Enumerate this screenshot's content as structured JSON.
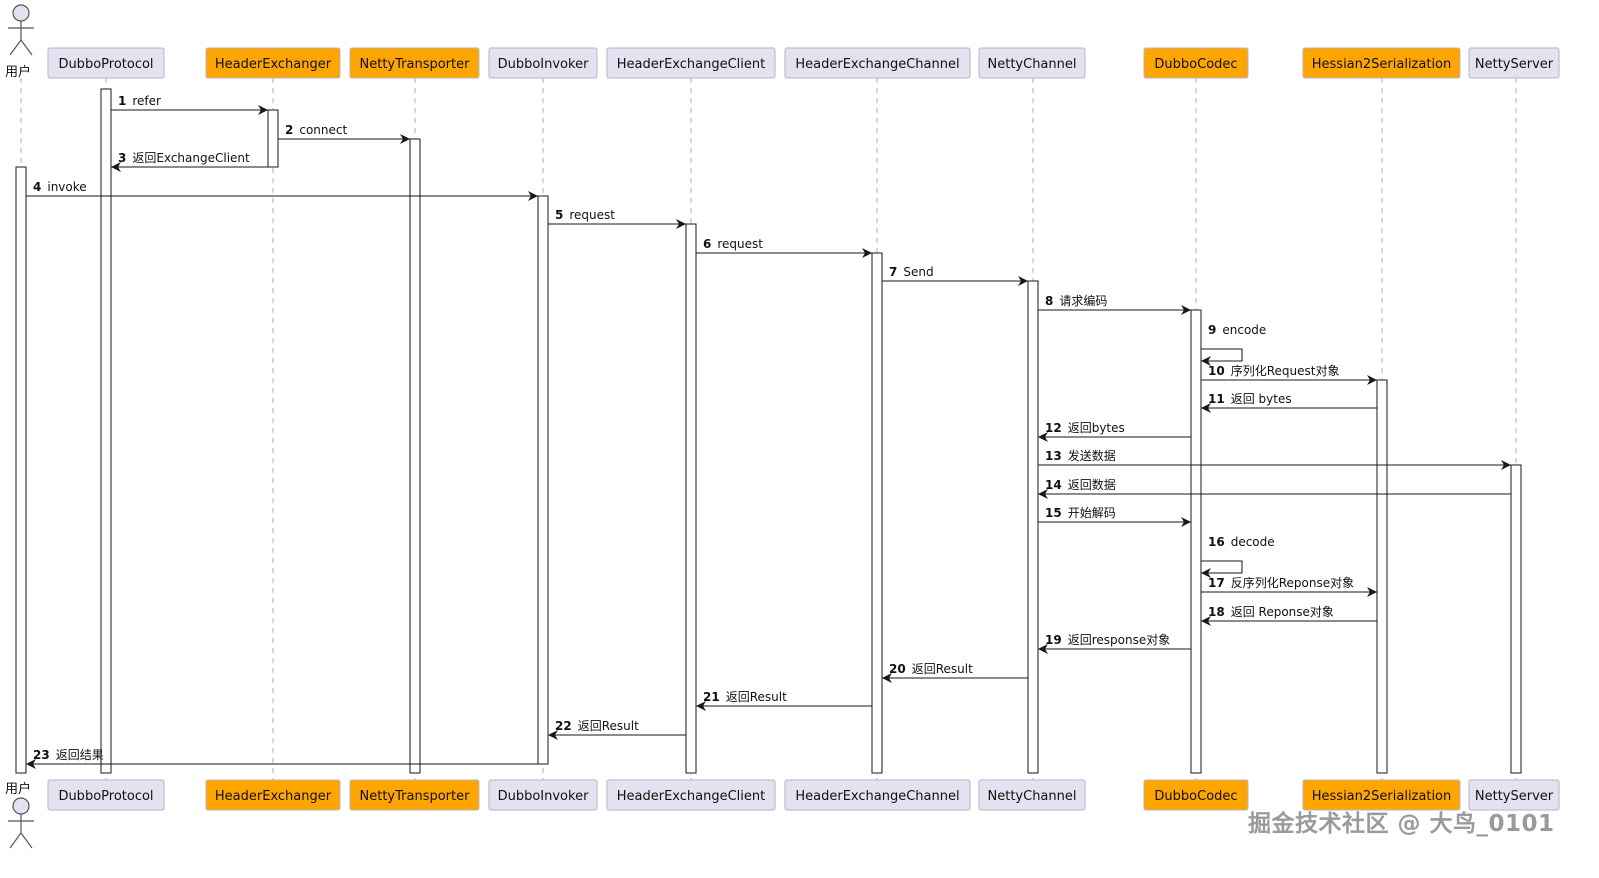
{
  "colors": {
    "default_box": "#e2e2f0",
    "highlight_box": "#ffa500",
    "line": "#181818",
    "lifeline": "#b0b0b0",
    "watermark": "#9a9a9a"
  },
  "actor": {
    "label": "用户"
  },
  "participants": [
    {
      "id": "dubbo_protocol",
      "label": "DubboProtocol",
      "highlight": false
    },
    {
      "id": "header_exchanger",
      "label": "HeaderExchanger",
      "highlight": true
    },
    {
      "id": "netty_transporter",
      "label": "NettyTransporter",
      "highlight": true
    },
    {
      "id": "dubbo_invoker",
      "label": "DubboInvoker",
      "highlight": false
    },
    {
      "id": "header_exchange_client",
      "label": "HeaderExchangeClient",
      "highlight": false
    },
    {
      "id": "header_exchange_channel",
      "label": "HeaderExchangeChannel",
      "highlight": false
    },
    {
      "id": "netty_channel",
      "label": "NettyChannel",
      "highlight": false
    },
    {
      "id": "dubbo_codec",
      "label": "DubboCodec",
      "highlight": true
    },
    {
      "id": "hessian2_serialization",
      "label": "Hessian2Serialization",
      "highlight": true
    },
    {
      "id": "netty_server",
      "label": "NettyServer",
      "highlight": false
    }
  ],
  "messages": [
    {
      "num": "1",
      "text": "refer",
      "from": 1,
      "to": 2,
      "kind": "call"
    },
    {
      "num": "2",
      "text": "connect",
      "from": 2,
      "to": 3,
      "kind": "call"
    },
    {
      "num": "3",
      "text": "返回ExchangeClient",
      "from": 2,
      "to": 1,
      "kind": "return"
    },
    {
      "num": "4",
      "text": "invoke",
      "from": 0,
      "to": 4,
      "kind": "call"
    },
    {
      "num": "5",
      "text": "request",
      "from": 4,
      "to": 5,
      "kind": "call"
    },
    {
      "num": "6",
      "text": "request",
      "from": 5,
      "to": 6,
      "kind": "call"
    },
    {
      "num": "7",
      "text": "Send",
      "from": 6,
      "to": 7,
      "kind": "call"
    },
    {
      "num": "8",
      "text": "请求编码",
      "from": 7,
      "to": 8,
      "kind": "call"
    },
    {
      "num": "9",
      "text": "encode",
      "from": 8,
      "to": 8,
      "kind": "self"
    },
    {
      "num": "10",
      "text": "序列化Request对象",
      "from": 8,
      "to": 9,
      "kind": "call"
    },
    {
      "num": "11",
      "text": "返回 bytes",
      "from": 9,
      "to": 8,
      "kind": "return"
    },
    {
      "num": "12",
      "text": "返回bytes",
      "from": 8,
      "to": 7,
      "kind": "return"
    },
    {
      "num": "13",
      "text": "发送数据",
      "from": 7,
      "to": 10,
      "kind": "call"
    },
    {
      "num": "14",
      "text": "返回数据",
      "from": 10,
      "to": 7,
      "kind": "return"
    },
    {
      "num": "15",
      "text": "开始解码",
      "from": 7,
      "to": 8,
      "kind": "call"
    },
    {
      "num": "16",
      "text": "decode",
      "from": 8,
      "to": 8,
      "kind": "self"
    },
    {
      "num": "17",
      "text": "反序列化Reponse对象",
      "from": 8,
      "to": 9,
      "kind": "call"
    },
    {
      "num": "18",
      "text": "返回 Reponse对象",
      "from": 9,
      "to": 8,
      "kind": "return"
    },
    {
      "num": "19",
      "text": "返回response对象",
      "from": 8,
      "to": 7,
      "kind": "return"
    },
    {
      "num": "20",
      "text": "返回Result",
      "from": 7,
      "to": 6,
      "kind": "return"
    },
    {
      "num": "21",
      "text": "返回Result",
      "from": 6,
      "to": 5,
      "kind": "return"
    },
    {
      "num": "22",
      "text": "返回Result",
      "from": 5,
      "to": 4,
      "kind": "return"
    },
    {
      "num": "23",
      "text": "返回结果",
      "from": 4,
      "to": 0,
      "kind": "return"
    }
  ],
  "watermark": "掘金技术社区 @ 大鸟_0101"
}
